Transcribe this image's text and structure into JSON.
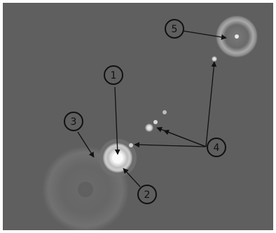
{
  "image": {
    "background_color": "#5f5f5f",
    "callouts": [
      {
        "label": "1",
        "target": "central-bright-ring"
      },
      {
        "label": "2",
        "target": "central-bright-ring"
      },
      {
        "label": "3",
        "target": "large-faint-halo"
      },
      {
        "label": "4",
        "target": "small-bright-spots"
      },
      {
        "label": "5",
        "target": "upper-right-ring"
      }
    ]
  }
}
